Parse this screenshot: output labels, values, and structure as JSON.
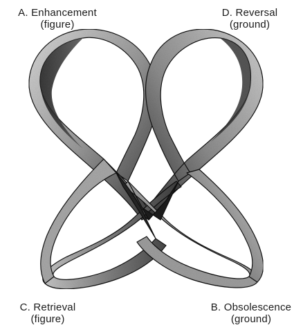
{
  "labels": {
    "enhancement": {
      "title": "A. Enhancement",
      "sub": "(figure)"
    },
    "reversal": {
      "title": "D. Reversal",
      "sub": "(ground)"
    },
    "retrieval": {
      "title": "C. Retrieval",
      "sub": "(figure)"
    },
    "obsolescence": {
      "title": "B. Obsolescence",
      "sub": "(ground)"
    }
  },
  "figure": {
    "icon": "double-loop-ribbon-icon",
    "ribbon_light": "#bdbdbd",
    "ribbon_mid": "#8a8a8a",
    "ribbon_dark": "#2b2b2b",
    "outline": "#111111"
  }
}
